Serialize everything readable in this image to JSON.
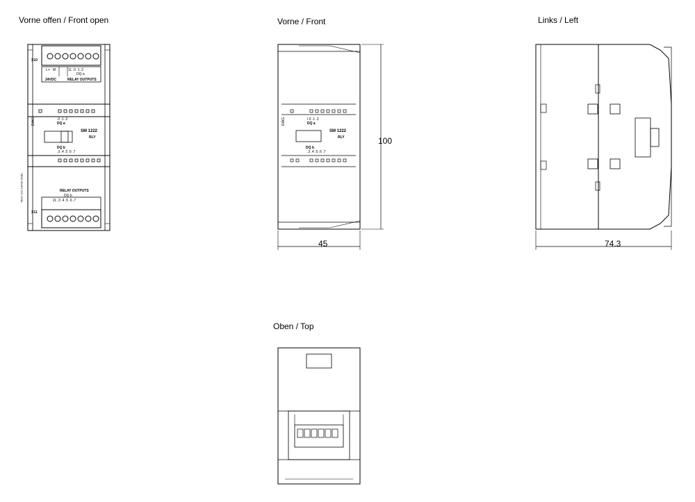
{
  "views": {
    "front_open": {
      "title": "Vorne offen / Front open",
      "labels": {
        "x10": "X10",
        "x11": "X11",
        "plus": "L+",
        "minus": "M",
        "supply": "24VDC",
        "relay_outputs": "RELAY OUTPUTS",
        "relay_outputs_bottom": "RELAY OUTPUTS",
        "dqa": "DQ a",
        "dqb": "DQ b",
        "dqb2": "DQ b",
        "module": "SM 1222",
        "module_type": "RLY",
        "dqa_bits": ".0 .1 .2",
        "dqb_bits": ".3 .4 .5 .6 .7",
        "dqa_term": "1L .0 .1 .2",
        "dqb_term": "2L .3 .4 .5 .6 .7",
        "side_code": "6ES7 222-1HF32-0XB0",
        "diag": "DIAG"
      }
    },
    "front": {
      "title": "Vorne / Front",
      "height_dim": "100",
      "width_dim": "45",
      "labels": {
        "dqa": "DQ a",
        "dqb": "DQ b",
        "module": "SM 1222",
        "module_type": "RLY",
        "dqa_bits": "I.0 .1 .2",
        "dqb_bits": ".3 .4 .5 .6 .7",
        "diag": "DIAG"
      }
    },
    "left": {
      "title": "Links / Left",
      "depth_dim": "74.3"
    },
    "top": {
      "title": "Oben / Top"
    }
  },
  "colors": {
    "line": "#000000",
    "background": "#ffffff"
  }
}
